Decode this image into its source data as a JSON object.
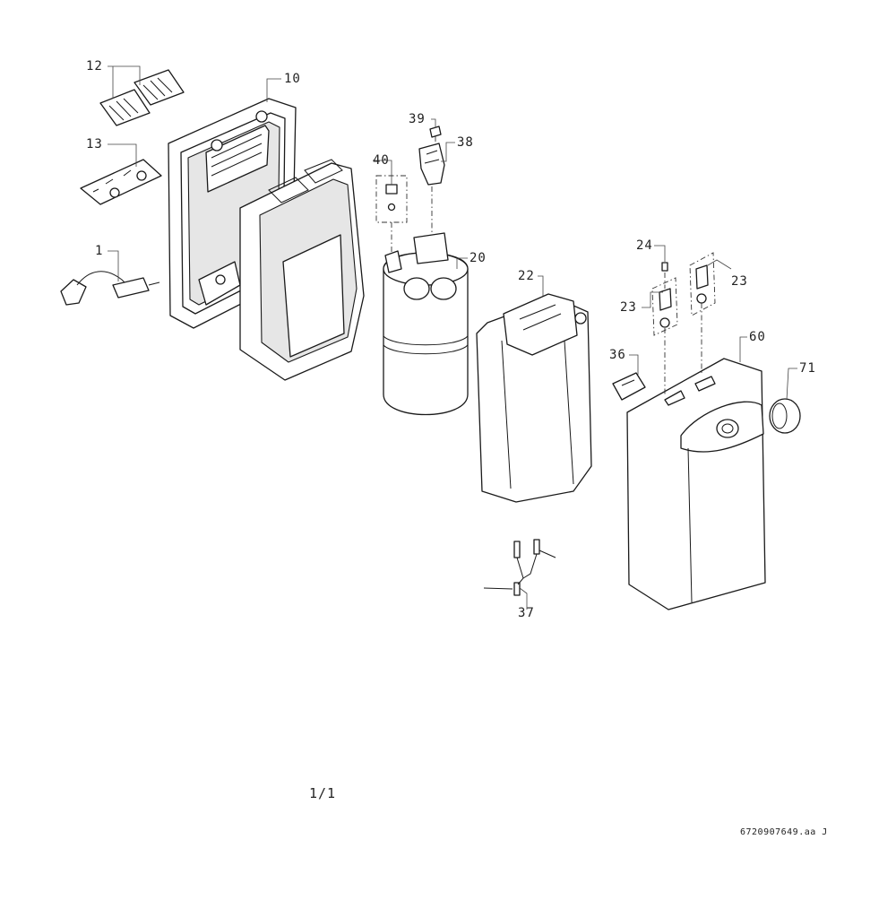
{
  "labels": {
    "p1": "1",
    "p10": "10",
    "p12": "12",
    "p13": "13",
    "p20": "20",
    "p22": "22",
    "p23a": "23",
    "p23b": "23",
    "p24": "24",
    "p36": "36",
    "p37": "37",
    "p38": "38",
    "p39": "39",
    "p40": "40",
    "p60": "60",
    "p71": "71"
  },
  "footer": {
    "page": "1/1",
    "document_id": "6720907649.aa  J"
  }
}
